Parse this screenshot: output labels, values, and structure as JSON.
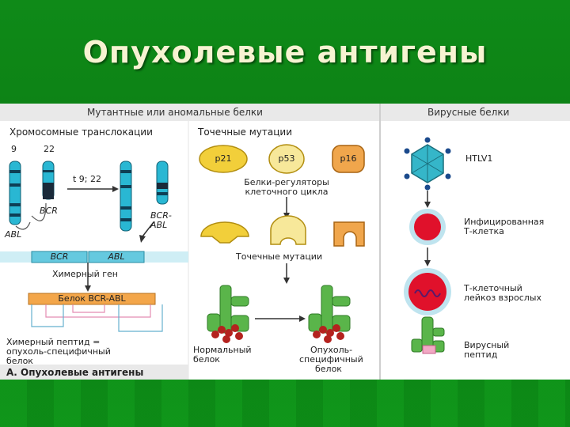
{
  "slide": {
    "title": "Опухолевые антигены"
  },
  "figure": {
    "header_left": "Мутантные или аномальные белки",
    "header_right": "Вирусные белки",
    "translocation_title": "Хромосомные транслокации",
    "chrom_9": "9",
    "chrom_22": "22",
    "translocation_label": "t 9; 22",
    "bcr_label": "BCR",
    "abl_label": "ABL",
    "bcr_abl_line1": "BCR-",
    "bcr_abl_line2": "ABL",
    "bar_bcr": "BCR",
    "bar_abl": "ABL",
    "chimeric_gene": "Химерный ген",
    "protein_bcr_abl": "Белок BCR-ABL",
    "chimeric_peptide_line1": "Химерный пептид =",
    "chimeric_peptide_line2": "опухоль-специфичный",
    "chimeric_peptide_line3": "белок",
    "panel_caption": "А. Опухолевые антигены",
    "point_mutations_top": "Точечные мутации",
    "p21": "p21",
    "p53": "p53",
    "p16": "p16",
    "regulators_line1": "Белки-регуляторы",
    "regulators_line2": "клеточного цикла",
    "point_mutations_mid": "Точечные мутации",
    "normal_line1": "Нормальный",
    "normal_line2": "белок",
    "tumor_line1": "Опухоль-",
    "tumor_line2": "специфичный",
    "tumor_line3": "белок",
    "htlv": "HTLV1",
    "infected_line1": "Инфицированная",
    "infected_line2": "Т-клетка",
    "leukemia_line1": "Т-клеточный",
    "leukemia_line2": "лейкоз взрослых",
    "viral_line1": "Вирусный",
    "viral_line2": "пептид"
  },
  "colors": {
    "slide_green": "#0a7a12",
    "title_cream": "#f7f3d2",
    "chromosome_cyan": "#29b7d3",
    "protein_yellow": "#f2cf3a",
    "protein_orange": "#f0a64c",
    "cell_red": "#e0112b",
    "mhc_green": "#5ab54a",
    "peptide_red": "#b4221e"
  }
}
